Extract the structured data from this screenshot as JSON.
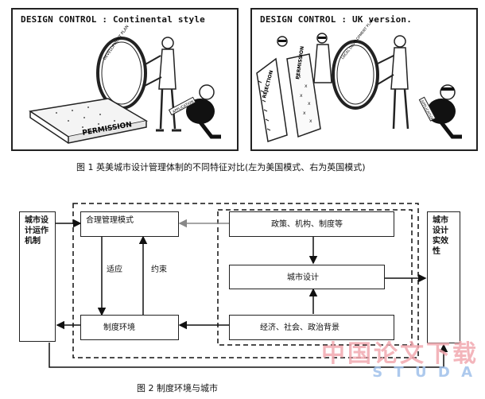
{
  "figure1": {
    "left_panel": {
      "title": "DESIGN CONTROL : Continental style",
      "ring_label": "DEVELOPMENT PLAN",
      "mattress_label": "PERMISSION",
      "scroll_label": "APPLICATION"
    },
    "right_panel": {
      "title": "DESIGN CONTROL : UK version.",
      "rejection_label": "REJECTION",
      "permission_label": "PERMISSION",
      "ring_label": "LOCAL DEVELOPMENT PLAN",
      "scroll_label": "APPLICATION"
    },
    "caption": "图 1    英美城市设计管理体制的不同特征对比(左为美国模式、右为英国模式)"
  },
  "figure2": {
    "left_box": "城市设计运作机制",
    "right_box": "城市设计实效性",
    "mode_box": "合理管理模式",
    "env_box": "制度环境",
    "policy_box": "政策、机构、制度等",
    "design_box": "城市设计",
    "background_box": "经济、社会、政治背景",
    "adapt_label": "适应",
    "constrain_label": "约束",
    "caption": "图 2    制度环境与城市"
  },
  "watermark": {
    "text": "中国论文下载",
    "url": "S T U D A"
  }
}
